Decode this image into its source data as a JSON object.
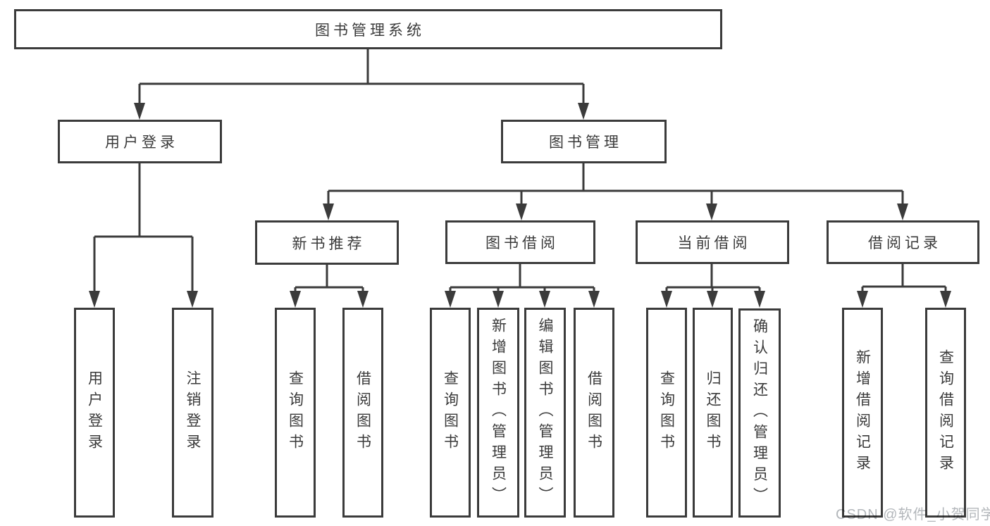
{
  "diagram": {
    "title": "图书管理系统",
    "tree": {
      "label": "图书管理系统",
      "children": [
        {
          "label": "用户登录",
          "children": [
            {
              "label": "用户登录"
            },
            {
              "label": "注销登录"
            }
          ]
        },
        {
          "label": "图书管理",
          "children": [
            {
              "label": "新书推荐",
              "children": [
                {
                  "label": "查询图书"
                },
                {
                  "label": "借阅图书"
                }
              ]
            },
            {
              "label": "图书借阅",
              "children": [
                {
                  "label": "查询图书"
                },
                {
                  "label": "新增图书（管理员）"
                },
                {
                  "label": "编辑图书（管理员）"
                },
                {
                  "label": "借阅图书"
                }
              ]
            },
            {
              "label": "当前借阅",
              "children": [
                {
                  "label": "查询图书"
                },
                {
                  "label": "归还图书"
                },
                {
                  "label": "确认归还（管理员）"
                }
              ]
            },
            {
              "label": "借阅记录",
              "children": [
                {
                  "label": "新增借阅记录"
                },
                {
                  "label": "查询借阅记录"
                }
              ]
            }
          ]
        }
      ]
    },
    "colors": {
      "box_border": "#3b3b3b",
      "connector_line": "#3b3b3b",
      "label_text": "#3a3a3a",
      "background": "#ffffff",
      "watermark_text": "#b3b7bb"
    }
  },
  "watermark": {
    "text": "CSDN @软件_小贺同学"
  }
}
